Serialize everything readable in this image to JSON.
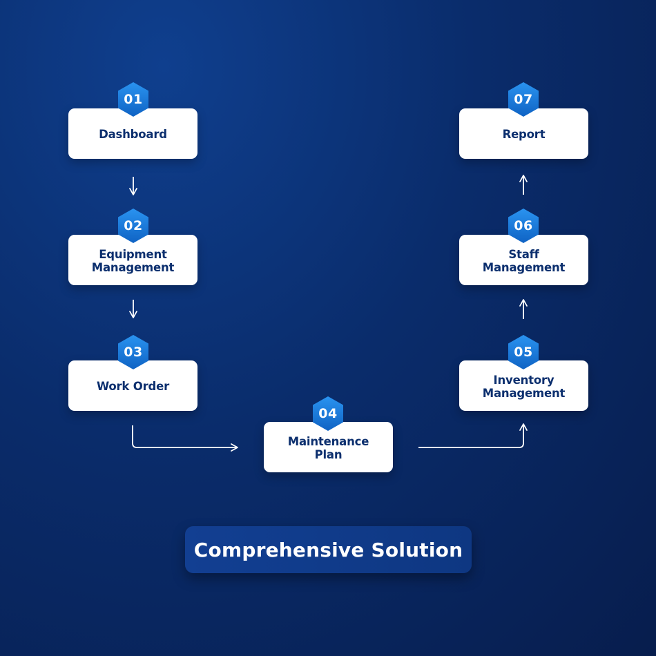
{
  "steps": [
    {
      "number": "01",
      "label": "Dashboard"
    },
    {
      "number": "02",
      "label": "Equipment\nManagement"
    },
    {
      "number": "03",
      "label": "Work Order"
    },
    {
      "number": "04",
      "label": "Maintenance\nPlan"
    },
    {
      "number": "05",
      "label": "Inventory\nManagement"
    },
    {
      "number": "06",
      "label": "Staff\nManagement"
    },
    {
      "number": "07",
      "label": "Report"
    }
  ],
  "footer": {
    "label": "Comprehensive Solution"
  },
  "colors": {
    "background": "#0a2c6b",
    "card": "#ffffff",
    "card_text": "#0c2f6e",
    "badge": "#1a7fe0",
    "connector": "#ffffff",
    "footer": "#123f92"
  },
  "icons": {
    "badge_shape": "hexagon-icon",
    "connector_arrow": "arrow-icon"
  }
}
